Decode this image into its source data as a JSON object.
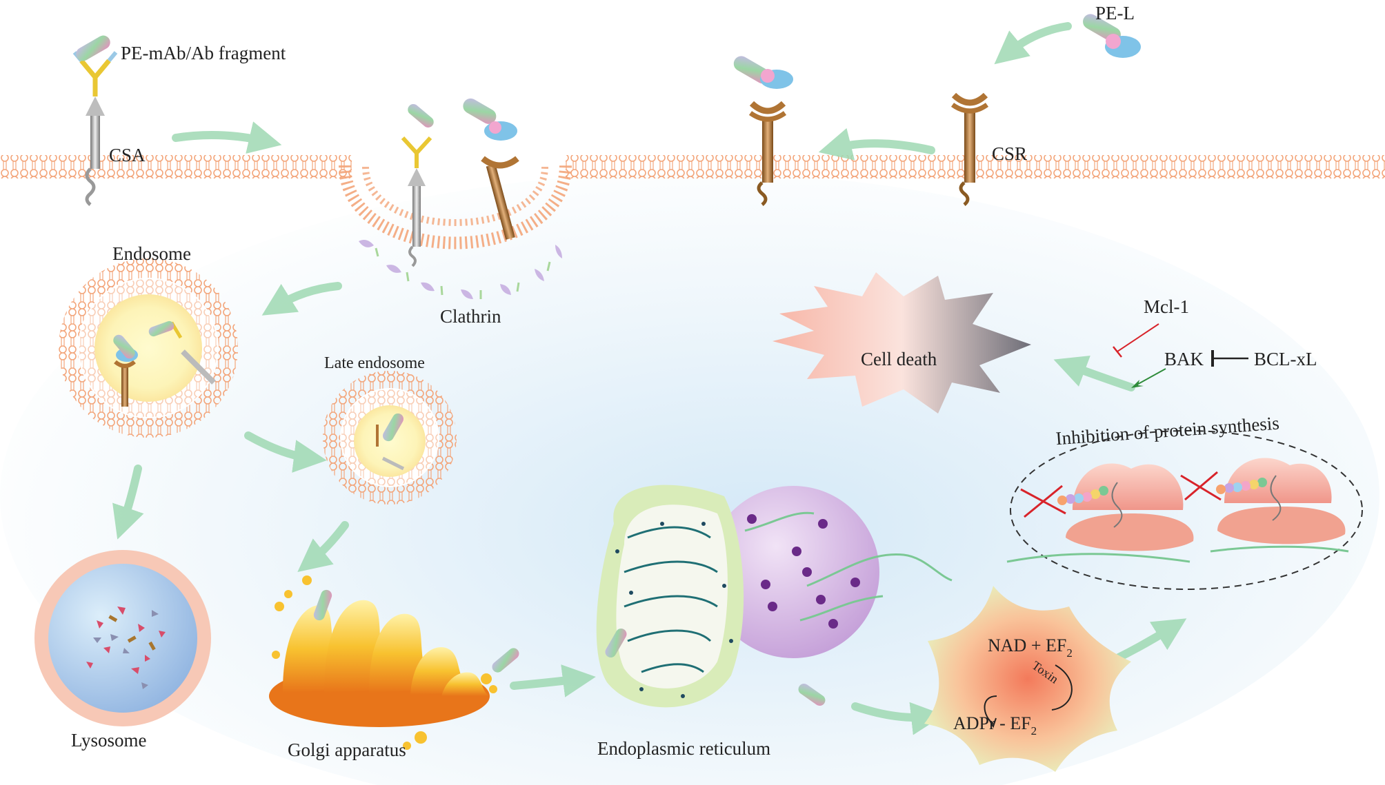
{
  "labels": {
    "pe_mab": "PE-mAb/Ab fragment",
    "pe_l": "PE-L",
    "csa": "CSA",
    "csr": "CSR",
    "clathrin": "Clathrin",
    "endosome": "Endosome",
    "late_endosome": "Late endosome",
    "lysosome": "Lysosome",
    "golgi": "Golgi apparatus",
    "er": "Endoplasmic reticulum",
    "cell_death": "Cell death",
    "mcl1": "Mcl-1",
    "bak": "BAK",
    "bclxl": "BCL-xL",
    "inhibition": "Inhibition of protein synthesis",
    "nad_ef2": "NAD + EF",
    "adpr_ef2": "ADPr - EF",
    "subscript": "2",
    "toxin": "Toxin"
  },
  "colors": {
    "membrane": "#f3a57a",
    "arrow": "#9fd9b3",
    "receptor_csr": "#b07434",
    "receptor_csa": "#9a9a9a",
    "antibody": "#e9c733",
    "toxin_pink": "#e79ac4",
    "toxin_blue": "#7fc3e8",
    "inhibit_red": "#d8232a",
    "activate_green": "#2e8b3a"
  }
}
